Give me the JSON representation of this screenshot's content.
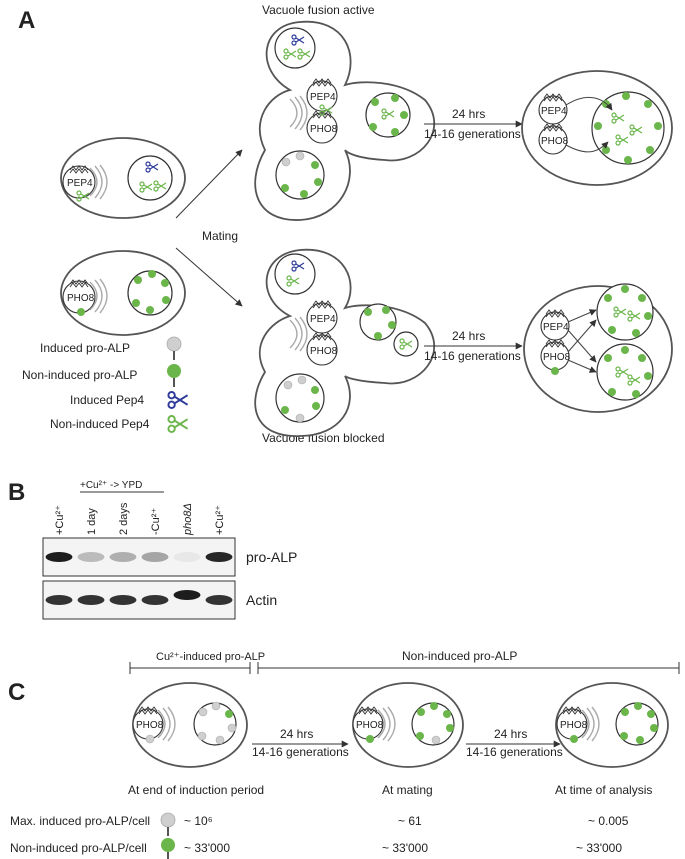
{
  "panels": {
    "a": "A",
    "b": "B",
    "c": "C"
  },
  "panel_a": {
    "top_label": "Vacuole fusion active",
    "bottom_label": "Vacuole fusion blocked",
    "mating_label": "Mating",
    "arrow_top_line1": "24 hrs",
    "arrow_top_line2": "14-16 generations",
    "arrow_bottom_line1": "24 hrs",
    "arrow_bottom_line2": "14-16 generations",
    "gene_pep4": "PEP4",
    "gene_pho8": "PHO8",
    "legend": [
      {
        "label": "Induced pro-ALP",
        "icon": "grey-alp-icon"
      },
      {
        "label": "Non-induced pro-ALP",
        "icon": "green-alp-icon"
      },
      {
        "label": "Induced Pep4",
        "icon": "blue-scissors-icon"
      },
      {
        "label": "Non-induced Pep4",
        "icon": "green-scissors-icon"
      }
    ]
  },
  "panel_b": {
    "bracket_label": "+Cu²⁺ -> YPD",
    "lanes": [
      "+Cu²⁺",
      "1 day",
      "2 days",
      "-Cu²⁺",
      "pho8Δ",
      "+Cu²⁺"
    ],
    "blot_top_label": "pro-ALP",
    "blot_bottom_label": "Actin",
    "band_intensity_top": [
      0.95,
      0.25,
      0.3,
      0.35,
      0.05,
      0.9
    ],
    "band_intensity_bottom": [
      0.85,
      0.85,
      0.85,
      0.85,
      0.95,
      0.85
    ]
  },
  "panel_c": {
    "header_left": "Cu²⁺-induced pro-ALP",
    "header_right": "Non-induced pro-ALP",
    "arrow1_line1": "24 hrs",
    "arrow1_line2": "14-16 generations",
    "arrow2_line1": "24 hrs",
    "arrow2_line2": "14-16 generations",
    "stages": [
      "At end of induction period",
      "At mating",
      "At time of analysis"
    ],
    "gene": "PHO8",
    "rows": [
      {
        "label": "Max. induced pro-ALP/cell",
        "values": [
          "~ 10⁶",
          "~ 61",
          "~ 0.005"
        ]
      },
      {
        "label": "Non-induced pro-ALP/cell",
        "values": [
          "~ 33'000",
          "~ 33'000",
          "~ 33'000"
        ]
      }
    ]
  },
  "colors": {
    "green": "#6bb64a",
    "grey": "#cfcfcf",
    "blue": "#2b3a9a",
    "dark": "#333333"
  }
}
